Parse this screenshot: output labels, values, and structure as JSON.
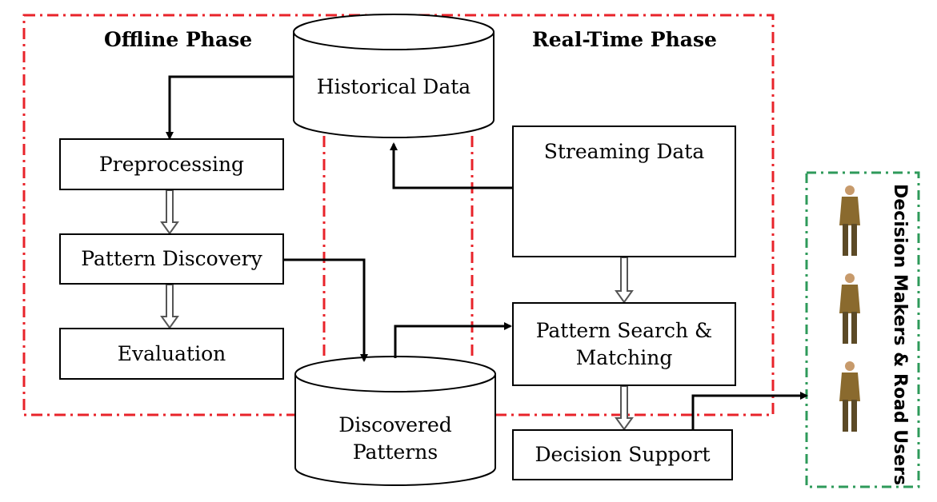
{
  "phases": {
    "offline_title": "Offline Phase",
    "realtime_title": "Real-Time Phase"
  },
  "nodes": {
    "historical_data": "Historical Data",
    "preprocessing": "Preprocessing",
    "pattern_discovery": "Pattern Discovery",
    "evaluation": "Evaluation",
    "discovered_patterns_line1": "Discovered",
    "discovered_patterns_line2": "Patterns",
    "streaming_data": "Streaming Data",
    "pattern_search_line1": "Pattern Search &",
    "pattern_search_line2": "Matching",
    "decision_support": "Decision Support"
  },
  "users_group": {
    "label": "Decision Makers & Road Users",
    "figure_icon": "person-figure-icon",
    "count": 3
  },
  "colors": {
    "offline_border": "#e8232a",
    "users_border": "#2e9a5a",
    "arrow": "#000000"
  }
}
